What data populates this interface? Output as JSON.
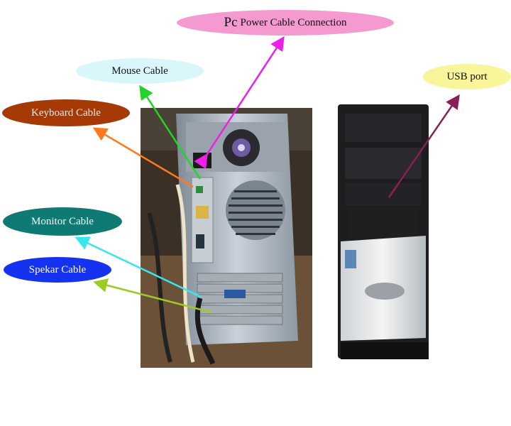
{
  "labels": {
    "power": {
      "prefix": "Pc",
      "text": "Power Cable Connection",
      "bg": "#f49ad0",
      "color": "#111111"
    },
    "mouse": {
      "text": "Mouse Cable",
      "bg": "#d9f6fb",
      "color": "#111111"
    },
    "keyboard": {
      "text": "Keyboard Cable",
      "bg": "#a53a06",
      "color": "#f4e9e0"
    },
    "monitor": {
      "text": "Monitor Cable",
      "bg": "#0f7a73",
      "color": "#f0faf8"
    },
    "speaker": {
      "text": "Spekar Cable",
      "bg": "#1432f0",
      "color": "#ffffff"
    },
    "usb": {
      "text": "USB port",
      "bg": "#f8f59a",
      "color": "#111111"
    }
  },
  "arrow_colors": {
    "power": "#ee1fe6",
    "mouse": "#22d42a",
    "keyboard": "#ff7a1c",
    "monitor": "#38e6f0",
    "speaker": "#9ccc24",
    "usb": "#8a1f54"
  },
  "icons": [
    "pc-rear-photo",
    "pc-front-photo",
    "fan-icon",
    "acer-logo"
  ]
}
